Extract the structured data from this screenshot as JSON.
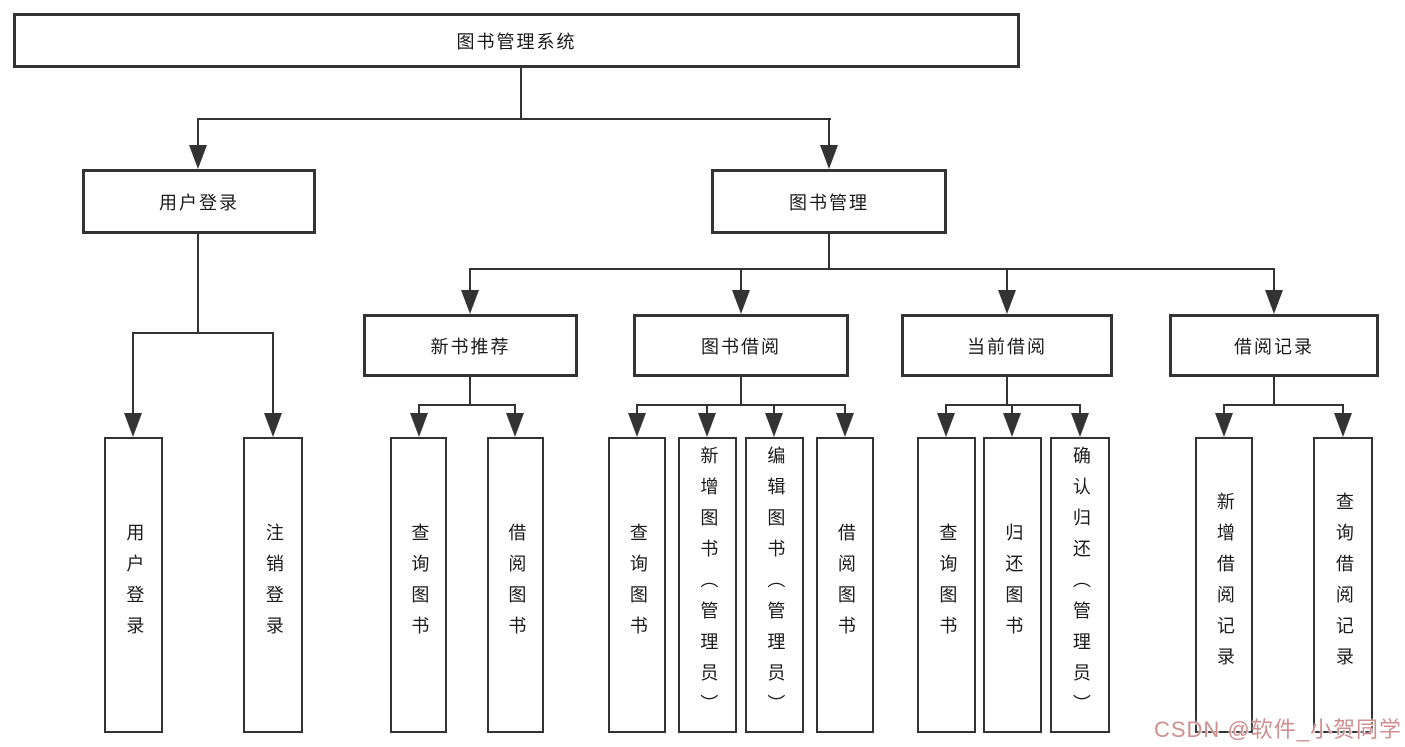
{
  "diagram": {
    "root": {
      "label": "图书管理系统"
    },
    "login": {
      "label": "用户登录",
      "children": [
        {
          "label": "用户登录"
        },
        {
          "label": "注销登录"
        }
      ]
    },
    "mgmt": {
      "label": "图书管理",
      "children": [
        {
          "label": "新书推荐",
          "children": [
            {
              "label": "查询图书"
            },
            {
              "label": "借阅图书"
            }
          ]
        },
        {
          "label": "图书借阅",
          "children": [
            {
              "label": "查询图书"
            },
            {
              "label": "新增图书（管理员）"
            },
            {
              "label": "编辑图书（管理员）"
            },
            {
              "label": "借阅图书"
            }
          ]
        },
        {
          "label": "当前借阅",
          "children": [
            {
              "label": "查询图书"
            },
            {
              "label": "归还图书"
            },
            {
              "label": "确认归还（管理员）"
            }
          ]
        },
        {
          "label": "借阅记录",
          "children": [
            {
              "label": "新增借阅记录"
            },
            {
              "label": "查询借阅记录"
            }
          ]
        }
      ]
    }
  },
  "watermark": {
    "text": "CSDN @软件_小贺同学",
    "color": "#cf8f8f"
  },
  "colors": {
    "background": "#ffffff",
    "line": "#333333",
    "box_border": "#333333",
    "text": "#1a1a1a"
  }
}
